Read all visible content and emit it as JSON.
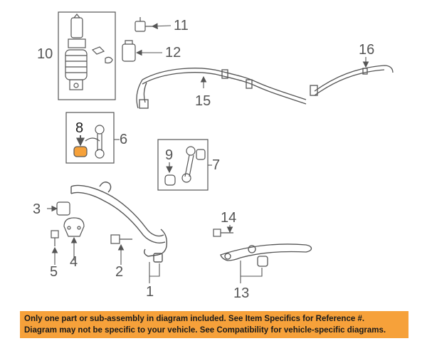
{
  "diagram": {
    "callouts": {
      "c1": "1",
      "c2": "2",
      "c3": "3",
      "c4": "4",
      "c5": "5",
      "c6": "6",
      "c7": "7",
      "c8": "8",
      "c9": "9",
      "c10": "10",
      "c11": "11",
      "c12": "12",
      "c13": "13",
      "c14": "14",
      "c15": "15",
      "c16": "16"
    },
    "highlight_color": "#f6a13a",
    "line_color": "#555555"
  },
  "banner": {
    "line1": "Only one part or sub-assembly in diagram included. See Item Specifics for Reference #.",
    "line2": "Diagram may not be specific to your vehicle. See Compatibility for vehicle-specific diagrams.",
    "background": "#f6a13a"
  }
}
